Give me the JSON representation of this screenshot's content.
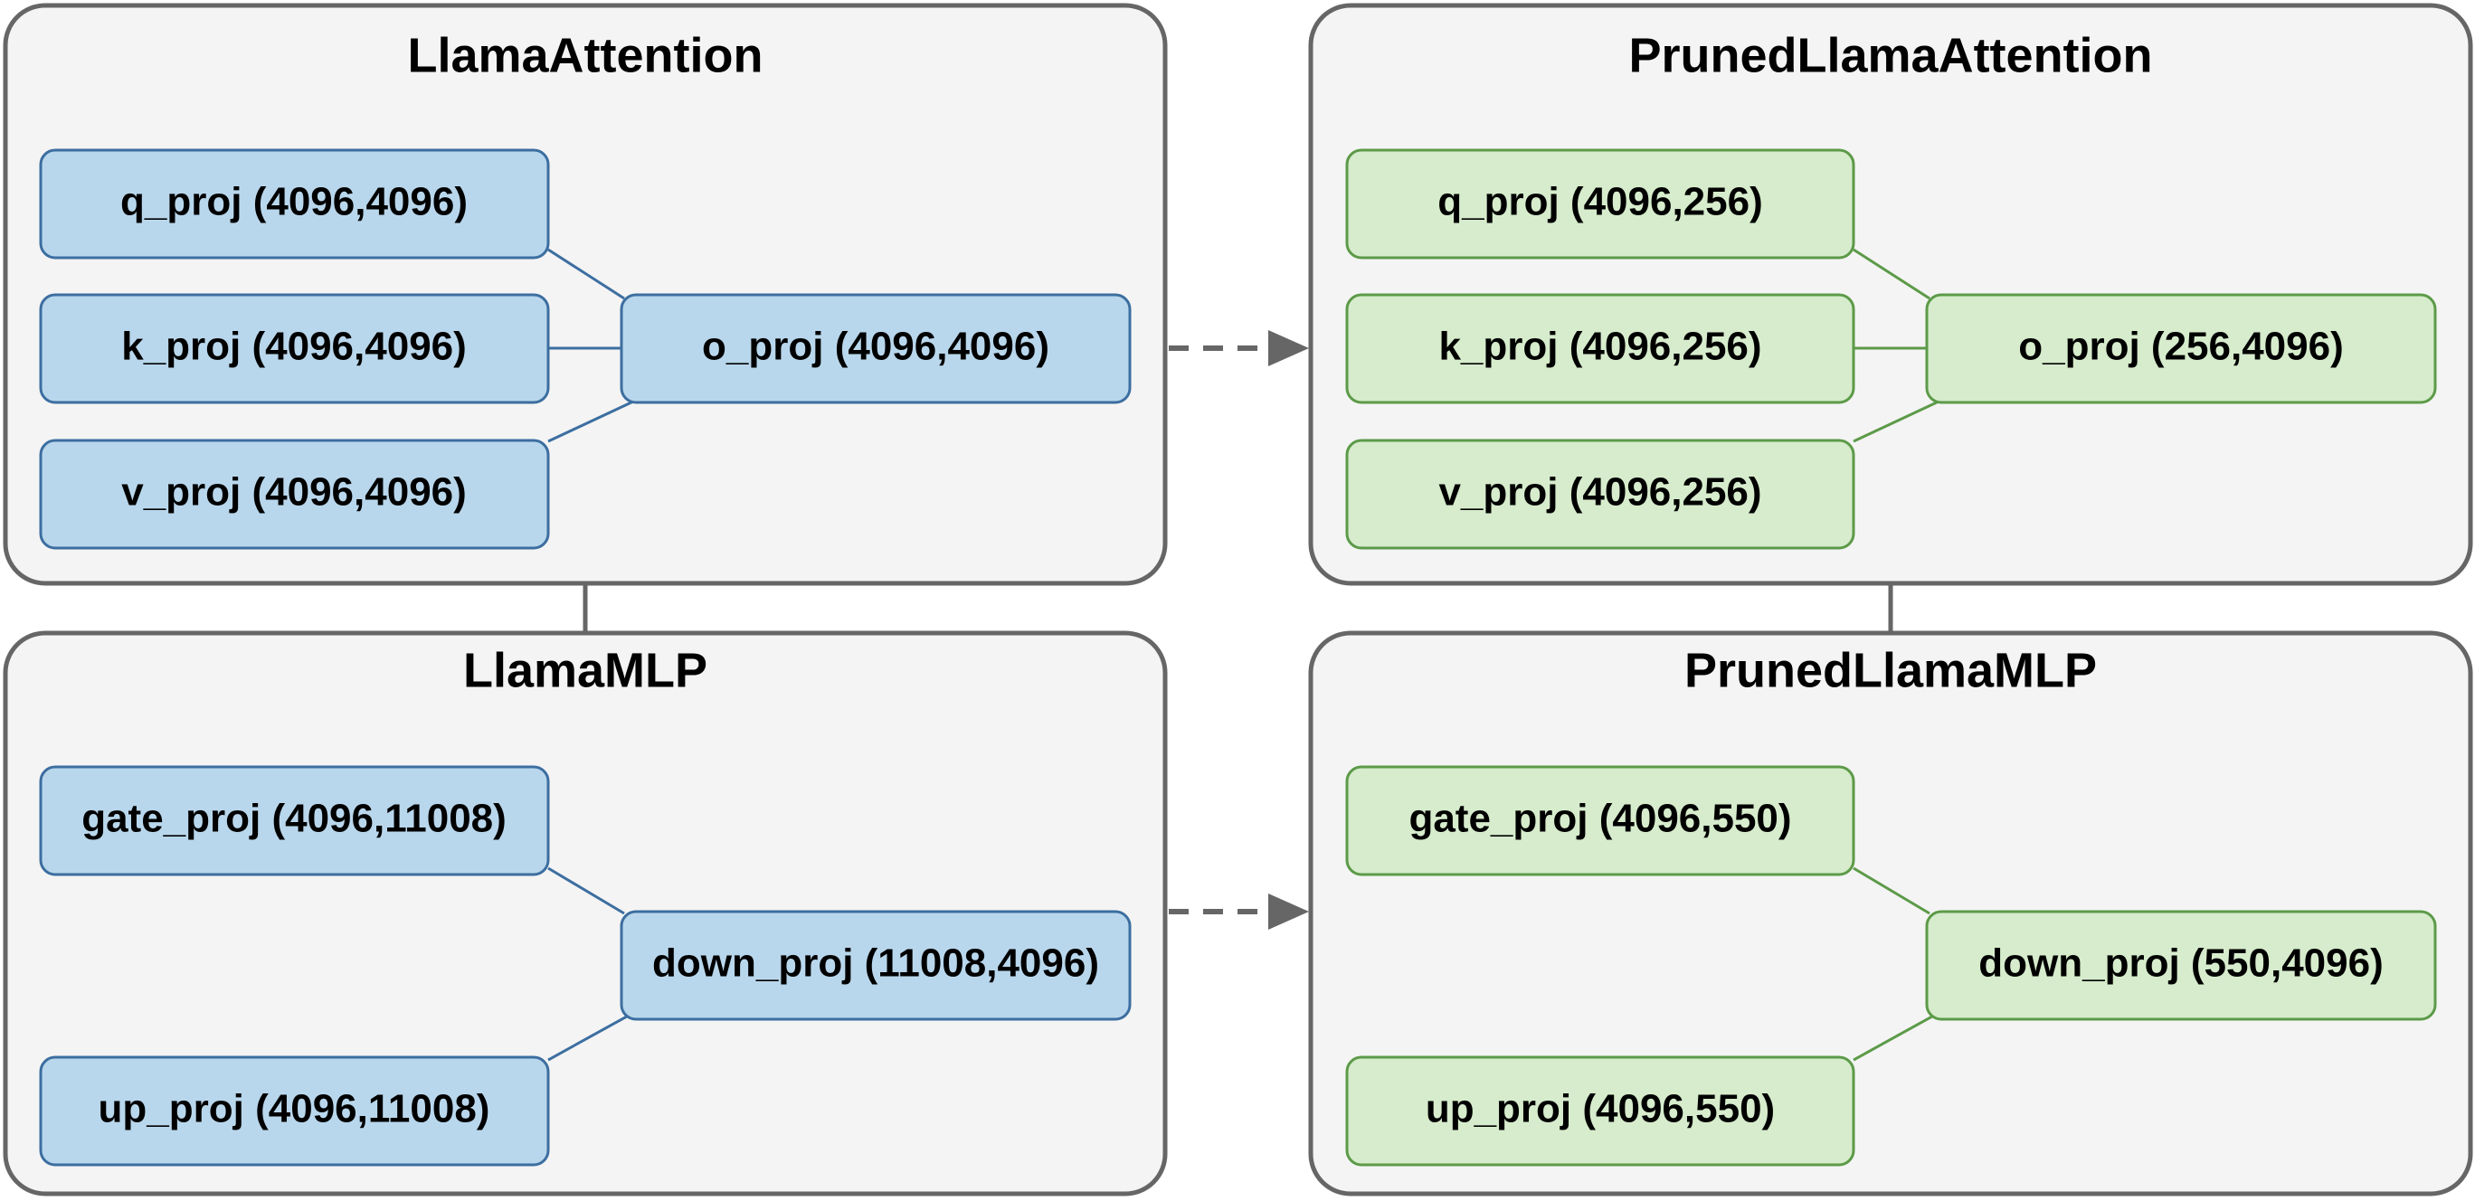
{
  "containers": {
    "llama_attention": {
      "title": "LlamaAttention",
      "q_proj": "q_proj (4096,4096)",
      "k_proj": "k_proj (4096,4096)",
      "v_proj": "v_proj (4096,4096)",
      "o_proj": "o_proj (4096,4096)"
    },
    "pruned_llama_attention": {
      "title": "PrunedLlamaAttention",
      "q_proj": "q_proj (4096,256)",
      "k_proj": "k_proj (4096,256)",
      "v_proj": "v_proj (4096,256)",
      "o_proj": "o_proj (256,4096)"
    },
    "llama_mlp": {
      "title": "LlamaMLP",
      "gate_proj": "gate_proj (4096,11008)",
      "up_proj": "up_proj (4096,11008)",
      "down_proj": "down_proj (11008,4096)"
    },
    "pruned_llama_mlp": {
      "title": "PrunedLlamaMLP",
      "gate_proj": "gate_proj (4096,550)",
      "up_proj": "up_proj (4096,550)",
      "down_proj": "down_proj (550,4096)"
    }
  },
  "colors": {
    "original_fill": "#b9d7ec",
    "original_stroke": "#3c6ea0",
    "pruned_fill": "#d6eccc",
    "pruned_stroke": "#5c9a48",
    "container_fill": "#f4f4f4",
    "container_stroke": "#666666"
  }
}
